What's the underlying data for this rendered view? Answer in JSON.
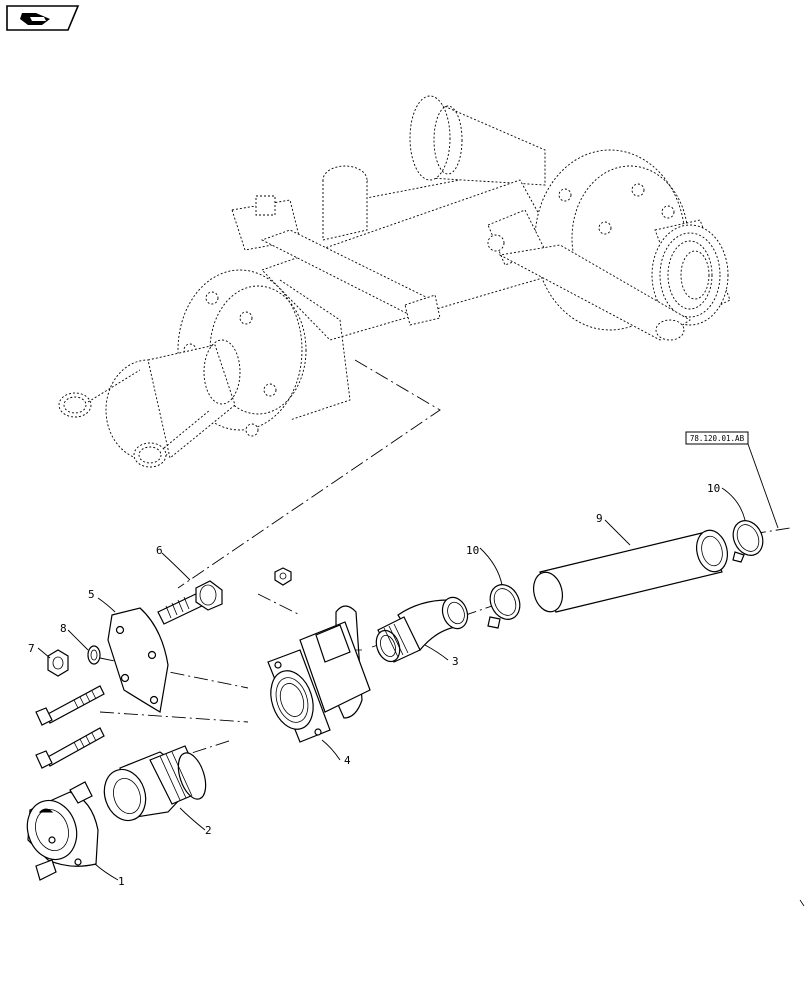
{
  "nav_icon": "page-turn-icon",
  "reference_box": "78.120.01.AB",
  "callouts": [
    "1",
    "2",
    "3",
    "4",
    "5",
    "6",
    "7",
    "8",
    "9",
    "10",
    "10"
  ],
  "colors": {
    "ink": "#000000",
    "paper": "#ffffff"
  }
}
